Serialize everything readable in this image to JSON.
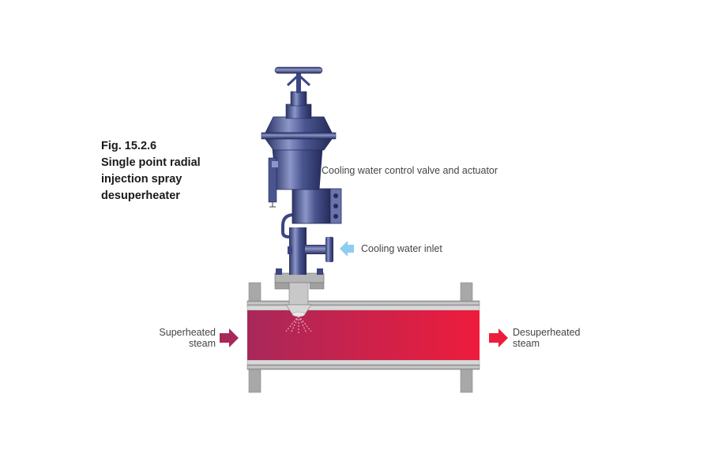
{
  "caption": {
    "fig_number": "Fig. 15.2.6",
    "title_lines": [
      "Single point radial",
      "injection spray",
      "desuperheater"
    ]
  },
  "labels": {
    "valve": "Cooling water control valve and actuator",
    "inlet": "Cooling water inlet",
    "superheated": [
      "Superheated",
      "steam"
    ],
    "desuperheated": [
      "Desuperheated",
      "steam"
    ]
  },
  "colors": {
    "steam_hot": "#a8285a",
    "steam_cool": "#ee1c3c",
    "valve_body": "#3c4682",
    "valve_light": "#8c96c8",
    "pipe_grey": "#a8a8a8",
    "water_arrow": "#8ccdf0",
    "steam_arrow_in": "#a8285a",
    "steam_arrow_out": "#ee1c3c"
  }
}
